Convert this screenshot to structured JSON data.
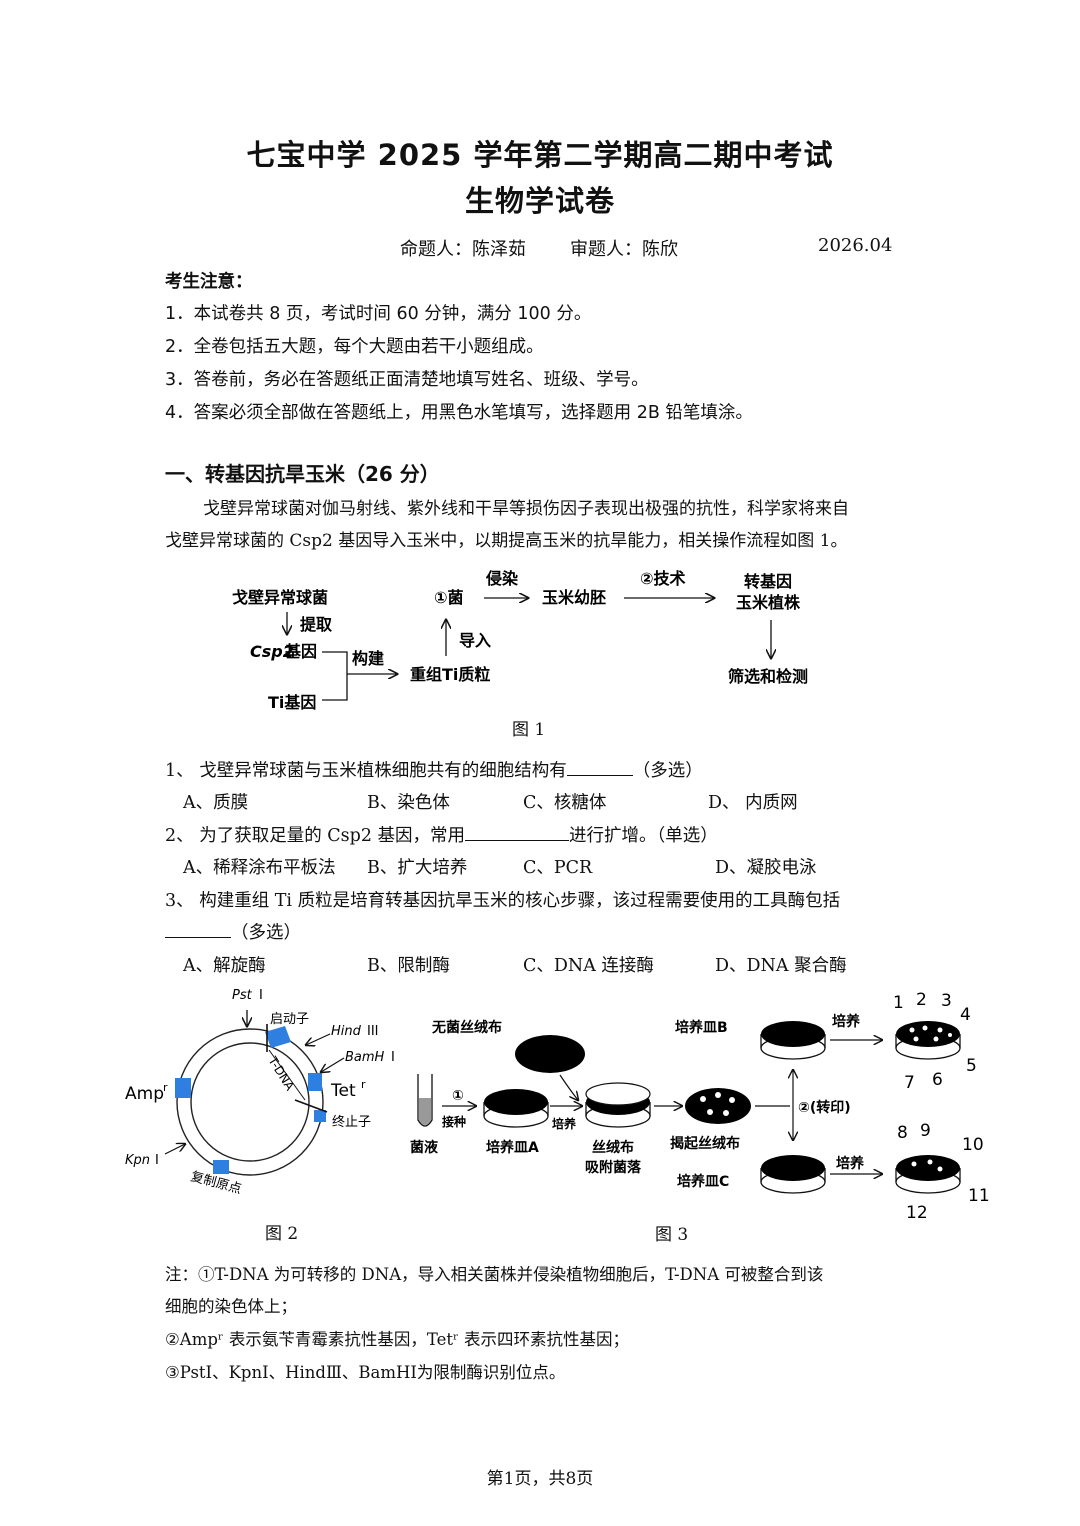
{
  "header": {
    "title_line1": "七宝中学 2025 学年第二学期高二期中考试",
    "title_line2": "生物学试卷",
    "author": "命题人：陈泽茹",
    "reviewer": "审题人：陈欣",
    "date": "2026.04"
  },
  "notice": {
    "heading": "考生注意：",
    "items": [
      "1．本试卷共 8 页，考试时间 60 分钟，满分 100 分。",
      "2．全卷包括五大题，每个大题由若干小题组成。",
      "3．答卷前，务必在答题纸正面清楚地填写姓名、班级、学号。",
      "4．答案必须全部做在答题纸上，用黑色水笔填写，选择题用 2B 铅笔填涂。"
    ]
  },
  "section1": {
    "heading": "一、转基因抗旱玉米（26 分）",
    "intro_line1": "戈壁异常球菌对伽马射线、紫外线和干旱等损伤因子表现出极强的抗性，科学家将来自",
    "intro_line2": "戈壁异常球菌的 Csp2 基因导入玉米中，以期提高玉米的抗旱能力，相关操作流程如图 1。"
  },
  "figure1": {
    "caption": "图 1",
    "labels": {
      "source": "戈壁异常球菌",
      "extract": "提取",
      "csp2": "Csp2",
      "csp2_suffix": "基因",
      "ti_gene": "Ti基因",
      "construct": "构建",
      "recombinant": "重组Ti质粒",
      "import": "导入",
      "bacteria": "①菌",
      "infect": "侵染",
      "embryo": "玉米幼胚",
      "technique": "②技术",
      "transgenic_1": "转基因",
      "transgenic_2": "玉米植株",
      "screen": "筛选和检测"
    }
  },
  "questions": [
    {
      "stem_a": "1、  戈壁异常球菌与玉米植株细胞共有的细胞结构有",
      "stem_b": "（多选）",
      "options": [
        "A、质膜",
        "B、染色体",
        "C、核糖体",
        "D、  内质网"
      ]
    },
    {
      "stem_a": "2、  为了获取足量的 Csp2 基因，常用",
      "stem_b": "进行扩增。（单选）",
      "options": [
        "A、稀释涂布平板法",
        "B、扩大培养",
        "C、PCR",
        "D、凝胶电泳"
      ]
    },
    {
      "stem_a": "3、  构建重组 Ti 质粒是培育转基因抗旱玉米的核心步骤，该过程需要使用的工具酶包括",
      "stem_b": "（多选）",
      "options": [
        "A、解旋酶",
        "B、限制酶",
        "C、DNA 连接酶",
        "D、DNA 聚合酶"
      ]
    }
  ],
  "figure2": {
    "caption": "图 2",
    "labels": {
      "pst": "Pst",
      "roman1": "I",
      "promoter": "启动子",
      "hind": "Hind",
      "roman3": "III",
      "bamh": "BamH",
      "tdna": "T-DNA",
      "tet": "Tet",
      "terminator": "终止子",
      "amp": "Amp",
      "sup_r": "r",
      "kpn": "Kpn",
      "ori": "复制原点"
    }
  },
  "figure3": {
    "caption": "图 3",
    "labels": {
      "velvet": "无菌丝绒布",
      "step1": "①",
      "inoculate": "接种",
      "culture": "培养",
      "liquid": "菌液",
      "dishA": "培养皿A",
      "velvet_absorb_1": "丝绒布",
      "velvet_absorb_2": "吸附菌落",
      "lift": "揭起丝绒布",
      "dishB": "培养皿B",
      "dishC": "培养皿C",
      "step2": "②(转印)",
      "n1": "1",
      "n2": "2",
      "n3": "3",
      "n4": "4",
      "n5": "5",
      "n6": "6",
      "n7": "7",
      "n8": "8",
      "n9": "9",
      "n10": "10",
      "n11": "11",
      "n12": "12"
    }
  },
  "notes": {
    "line1": "注：①T-DNA 为可转移的 DNA，导入相关菌株并侵染植物细胞后，T-DNA 可被整合到该",
    "line2": "细胞的染色体上；",
    "line3": "②Ampʳ 表示氨苄青霉素抗性基因，Tetʳ 表示四环素抗性基因；",
    "line4": "③PstⅠ、KpnⅠ、HindⅢ、BamHⅠ为限制酶识别位点。"
  },
  "footer": {
    "page": "第1页，共8页"
  }
}
